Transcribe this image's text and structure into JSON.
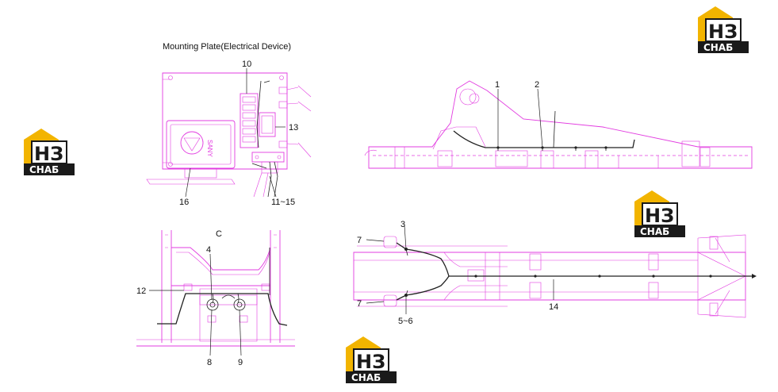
{
  "title": "Mounting Plate(Electrical Device)",
  "view_label": "C",
  "watermark_text": "СНАБ",
  "watermark_mark": "НЗ",
  "colors": {
    "drawing_lines": "#e23ce0",
    "wiring": "#222222",
    "logo_yellow": "#f2b400",
    "logo_dark": "#1a1a1a"
  },
  "callouts": {
    "c1": "1",
    "c2": "2",
    "c3": "3",
    "c4": "4",
    "c56": "5~6",
    "c7a": "7",
    "c7b": "7",
    "c8": "8",
    "c9": "9",
    "c10": "10",
    "c1115": "11~15",
    "c12": "12",
    "c13": "13",
    "c14": "14",
    "c16": "16"
  },
  "brand": "SANY"
}
